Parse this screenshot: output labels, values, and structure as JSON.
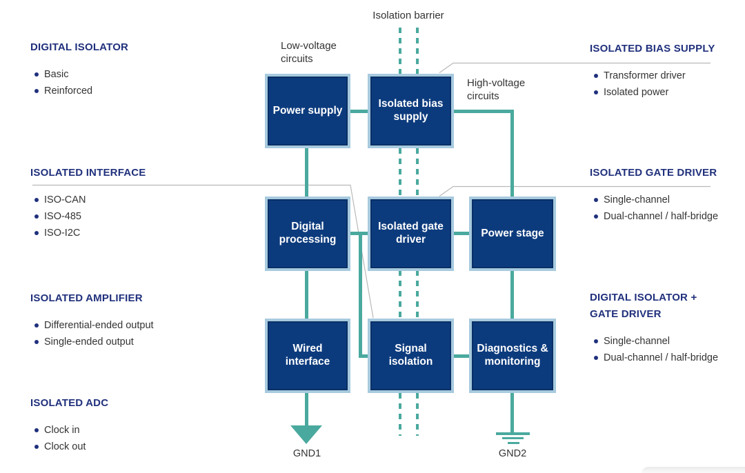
{
  "labels": {
    "isolation_barrier": "Isolation barrier",
    "low_voltage": "Low-voltage\ncircuits",
    "high_voltage": "High-voltage\ncircuits"
  },
  "blocks": {
    "power_supply": "Power supply",
    "isolated_bias_supply": "Isolated bias\nsupply",
    "digital_processing": "Digital\nprocessing",
    "isolated_gate_driver": "Isolated gate\ndriver",
    "power_stage": "Power stage",
    "wired_interface": "Wired\ninterface",
    "signal_isolation": "Signal\nisolation",
    "diagnostics_monitoring": "Diagnostics &\nmonitoring"
  },
  "grounds": {
    "gnd1": "GND1",
    "gnd2": "GND2"
  },
  "left_sections": [
    {
      "title": "DIGITAL ISOLATOR",
      "items": [
        "Basic",
        "Reinforced"
      ]
    },
    {
      "title": "ISOLATED INTERFACE",
      "items": [
        "ISO-CAN",
        "ISO-485",
        "ISO-I2C"
      ]
    },
    {
      "title": "ISOLATED AMPLIFIER",
      "items": [
        "Differential-ended output",
        "Single-ended output"
      ]
    },
    {
      "title": "ISOLATED ADC",
      "items": [
        "Clock in",
        "Clock out"
      ]
    }
  ],
  "right_sections": [
    {
      "title": "ISOLATED BIAS SUPPLY",
      "items": [
        "Transformer driver",
        "Isolated power"
      ]
    },
    {
      "title": "ISOLATED GATE DRIVER",
      "items": [
        "Single-channel",
        "Dual-channel / half-bridge"
      ]
    },
    {
      "title": "DIGITAL ISOLATOR +\nGATE DRIVER",
      "items": [
        "Single-channel",
        "Dual-channel / half-bridge"
      ]
    }
  ],
  "colors": {
    "block_fill": "#0c3b7d",
    "block_border": "#a7cade",
    "line_teal": "#4aa99e",
    "heading_navy": "#20307c",
    "callout_gray": "#b9b9b9",
    "body_text": "#333333"
  }
}
